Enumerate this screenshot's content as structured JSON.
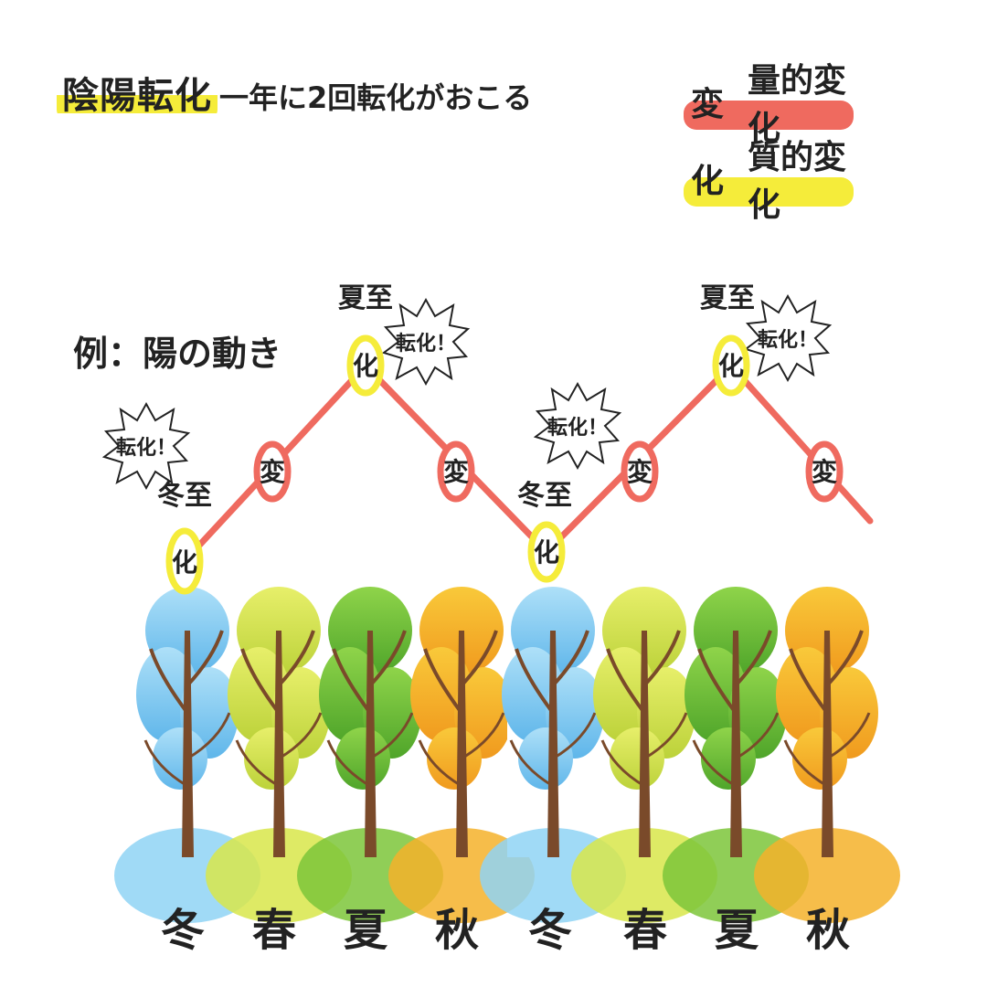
{
  "title": "陰陽転化",
  "subtitle": "一年に2回転化がおこる",
  "legend": {
    "items": [
      {
        "key": "変",
        "label": "量的変化",
        "color": "#ef6a5f"
      },
      {
        "key": "化",
        "label": "質的変化",
        "color": "#f5ec3a"
      }
    ]
  },
  "example_label": "例：陽の動き",
  "diagram": {
    "line_color": "#ef6a5f",
    "nodes": [
      {
        "text": "化",
        "type": "quality"
      },
      {
        "text": "変",
        "type": "quantity"
      },
      {
        "text": "化",
        "type": "quality"
      },
      {
        "text": "変",
        "type": "quantity"
      },
      {
        "text": "化",
        "type": "quality"
      },
      {
        "text": "変",
        "type": "quantity"
      },
      {
        "text": "化",
        "type": "quality"
      },
      {
        "text": "変",
        "type": "quantity"
      }
    ],
    "solstices": {
      "winter": "冬至",
      "summer": "夏至"
    },
    "burst_text": "転化！"
  },
  "seasons": [
    "冬",
    "春",
    "夏",
    "秋",
    "冬",
    "春",
    "夏",
    "秋"
  ],
  "colors": {
    "winter": "#8fd3f4",
    "spring": "#d8e64a",
    "summer": "#7cc63a",
    "autumn": "#f4b12a",
    "trunk": "#7a4a2a"
  }
}
